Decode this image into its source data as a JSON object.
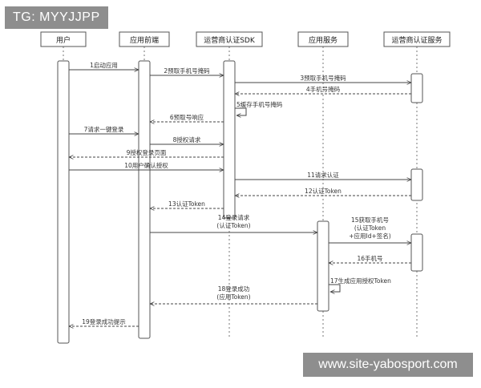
{
  "banner_top": "TG: MYYJJPP",
  "banner_bottom": "www.site-yabosport.com",
  "participants": [
    "用户",
    "应用前端",
    "运营商认证SDK",
    "应用服务",
    "运营商认证服务"
  ],
  "messages": [
    {
      "from": 0,
      "to": 1,
      "lines": [
        "1启动应用"
      ],
      "style": "solid"
    },
    {
      "from": 1,
      "to": 2,
      "lines": [
        "2预取手机号掩码"
      ],
      "style": "solid"
    },
    {
      "from": 2,
      "to": 4,
      "lines": [
        "3预取手机号掩码"
      ],
      "style": "solid"
    },
    {
      "from": 4,
      "to": 2,
      "lines": [
        "4手机号掩码"
      ],
      "style": "dashed"
    },
    {
      "from": 2,
      "to": 2,
      "lines": [
        "5缓存手机号掩码"
      ],
      "style": "solid"
    },
    {
      "from": 2,
      "to": 1,
      "lines": [
        "6预取号响应"
      ],
      "style": "dashed"
    },
    {
      "from": 0,
      "to": 1,
      "lines": [
        "7请求一键登录"
      ],
      "style": "solid"
    },
    {
      "from": 1,
      "to": 2,
      "lines": [
        "8授权请求"
      ],
      "style": "solid"
    },
    {
      "from": 2,
      "to": 0,
      "lines": [
        "9授权登录页面"
      ],
      "style": "dashed"
    },
    {
      "from": 0,
      "to": 2,
      "lines": [
        "10用户确认授权"
      ],
      "style": "solid"
    },
    {
      "from": 2,
      "to": 4,
      "lines": [
        "11请求认证"
      ],
      "style": "solid"
    },
    {
      "from": 4,
      "to": 2,
      "lines": [
        "12认证Token"
      ],
      "style": "dashed"
    },
    {
      "from": 2,
      "to": 1,
      "lines": [
        "13认证Token"
      ],
      "style": "dashed"
    },
    {
      "from": 1,
      "to": 3,
      "lines": [
        "14登录请求",
        "(认证Token)"
      ],
      "style": "solid"
    },
    {
      "from": 3,
      "to": 4,
      "lines": [
        "15获取手机号",
        "(认证Token",
        "+应用Id+签名)"
      ],
      "style": "solid"
    },
    {
      "from": 4,
      "to": 3,
      "lines": [
        "16手机号"
      ],
      "style": "dashed"
    },
    {
      "from": 3,
      "to": 3,
      "lines": [
        "17生成应用授权Token"
      ],
      "style": "solid"
    },
    {
      "from": 3,
      "to": 1,
      "lines": [
        "18登录成功",
        "(应用Token)"
      ],
      "style": "dashed"
    },
    {
      "from": 1,
      "to": 0,
      "lines": [
        "19登录成功提示"
      ],
      "style": "dashed"
    }
  ]
}
